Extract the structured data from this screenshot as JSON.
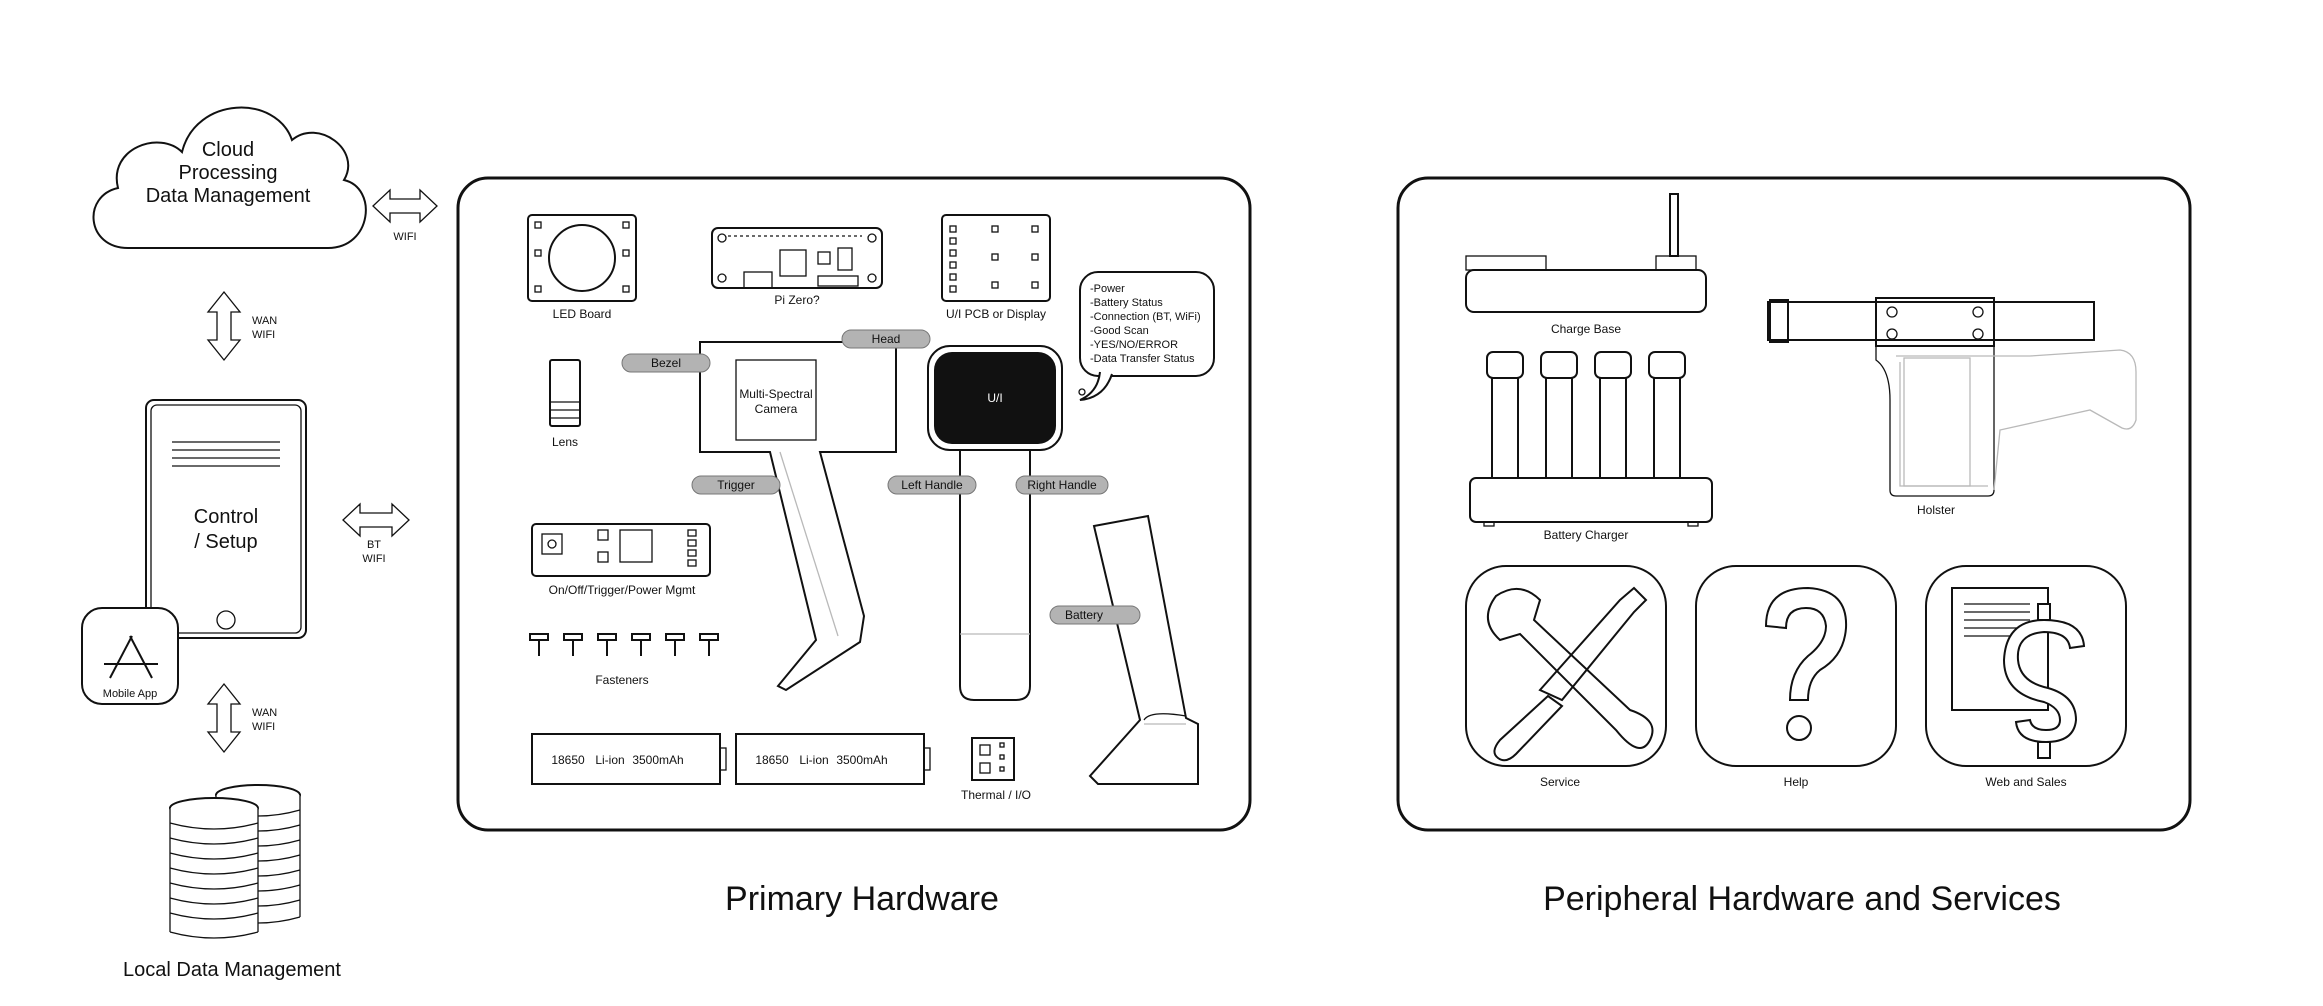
{
  "left": {
    "cloud": {
      "line1": "Cloud",
      "line2": "Processing",
      "line3": "Data Management",
      "link_label": "WIFI"
    },
    "wan_top": {
      "line1": "WAN",
      "line2": "WIFI"
    },
    "tablet": {
      "line1": "Control",
      "line2": "/ Setup",
      "link_line1": "BT",
      "link_line2": "WIFI"
    },
    "app_badge": {
      "label": "Mobile App",
      "icon": "app-store-icon"
    },
    "wan_bottom": {
      "line1": "WAN",
      "line2": "WIFI"
    },
    "local_db": {
      "label": "Local Data Management"
    }
  },
  "primary": {
    "title": "Primary Hardware",
    "components": {
      "led_board": "LED Board",
      "pi_zero": "Pi Zero?",
      "ui_pcb": "U/I PCB or Display",
      "lens": "Lens",
      "camera": {
        "line1": "Multi-Spectral",
        "line2": "Camera"
      },
      "screen": "U/I",
      "power_mgmt": "On/Off/Trigger/Power Mgmt",
      "fasteners": "Fasteners",
      "battery1": {
        "size": "18650",
        "type": "Li-ion",
        "capacity": "3500mAh"
      },
      "battery2": {
        "size": "18650",
        "type": "Li-ion",
        "capacity": "3500mAh"
      },
      "thermal": "Thermal / I/O"
    },
    "pills": {
      "bezel": "Bezel",
      "head": "Head",
      "trigger": "Trigger",
      "left_handle": "Left Handle",
      "right_handle": "Right Handle",
      "battery": "Battery"
    },
    "status_bubble": [
      "-Power",
      "-Battery Status",
      "-Connection (BT, WiFi)",
      "-Good Scan",
      "-YES/NO/ERROR",
      "-Data Transfer Status"
    ]
  },
  "peripheral": {
    "title": "Peripheral Hardware and Services",
    "charge_base": "Charge Base",
    "battery_charger": "Battery Charger",
    "holster": "Holster",
    "service": {
      "label": "Service",
      "icon": "tools-icon"
    },
    "help": {
      "label": "Help",
      "icon": "question-mark-icon"
    },
    "web_sales": {
      "label": "Web and Sales",
      "icon": "dollar-document-icon"
    }
  }
}
